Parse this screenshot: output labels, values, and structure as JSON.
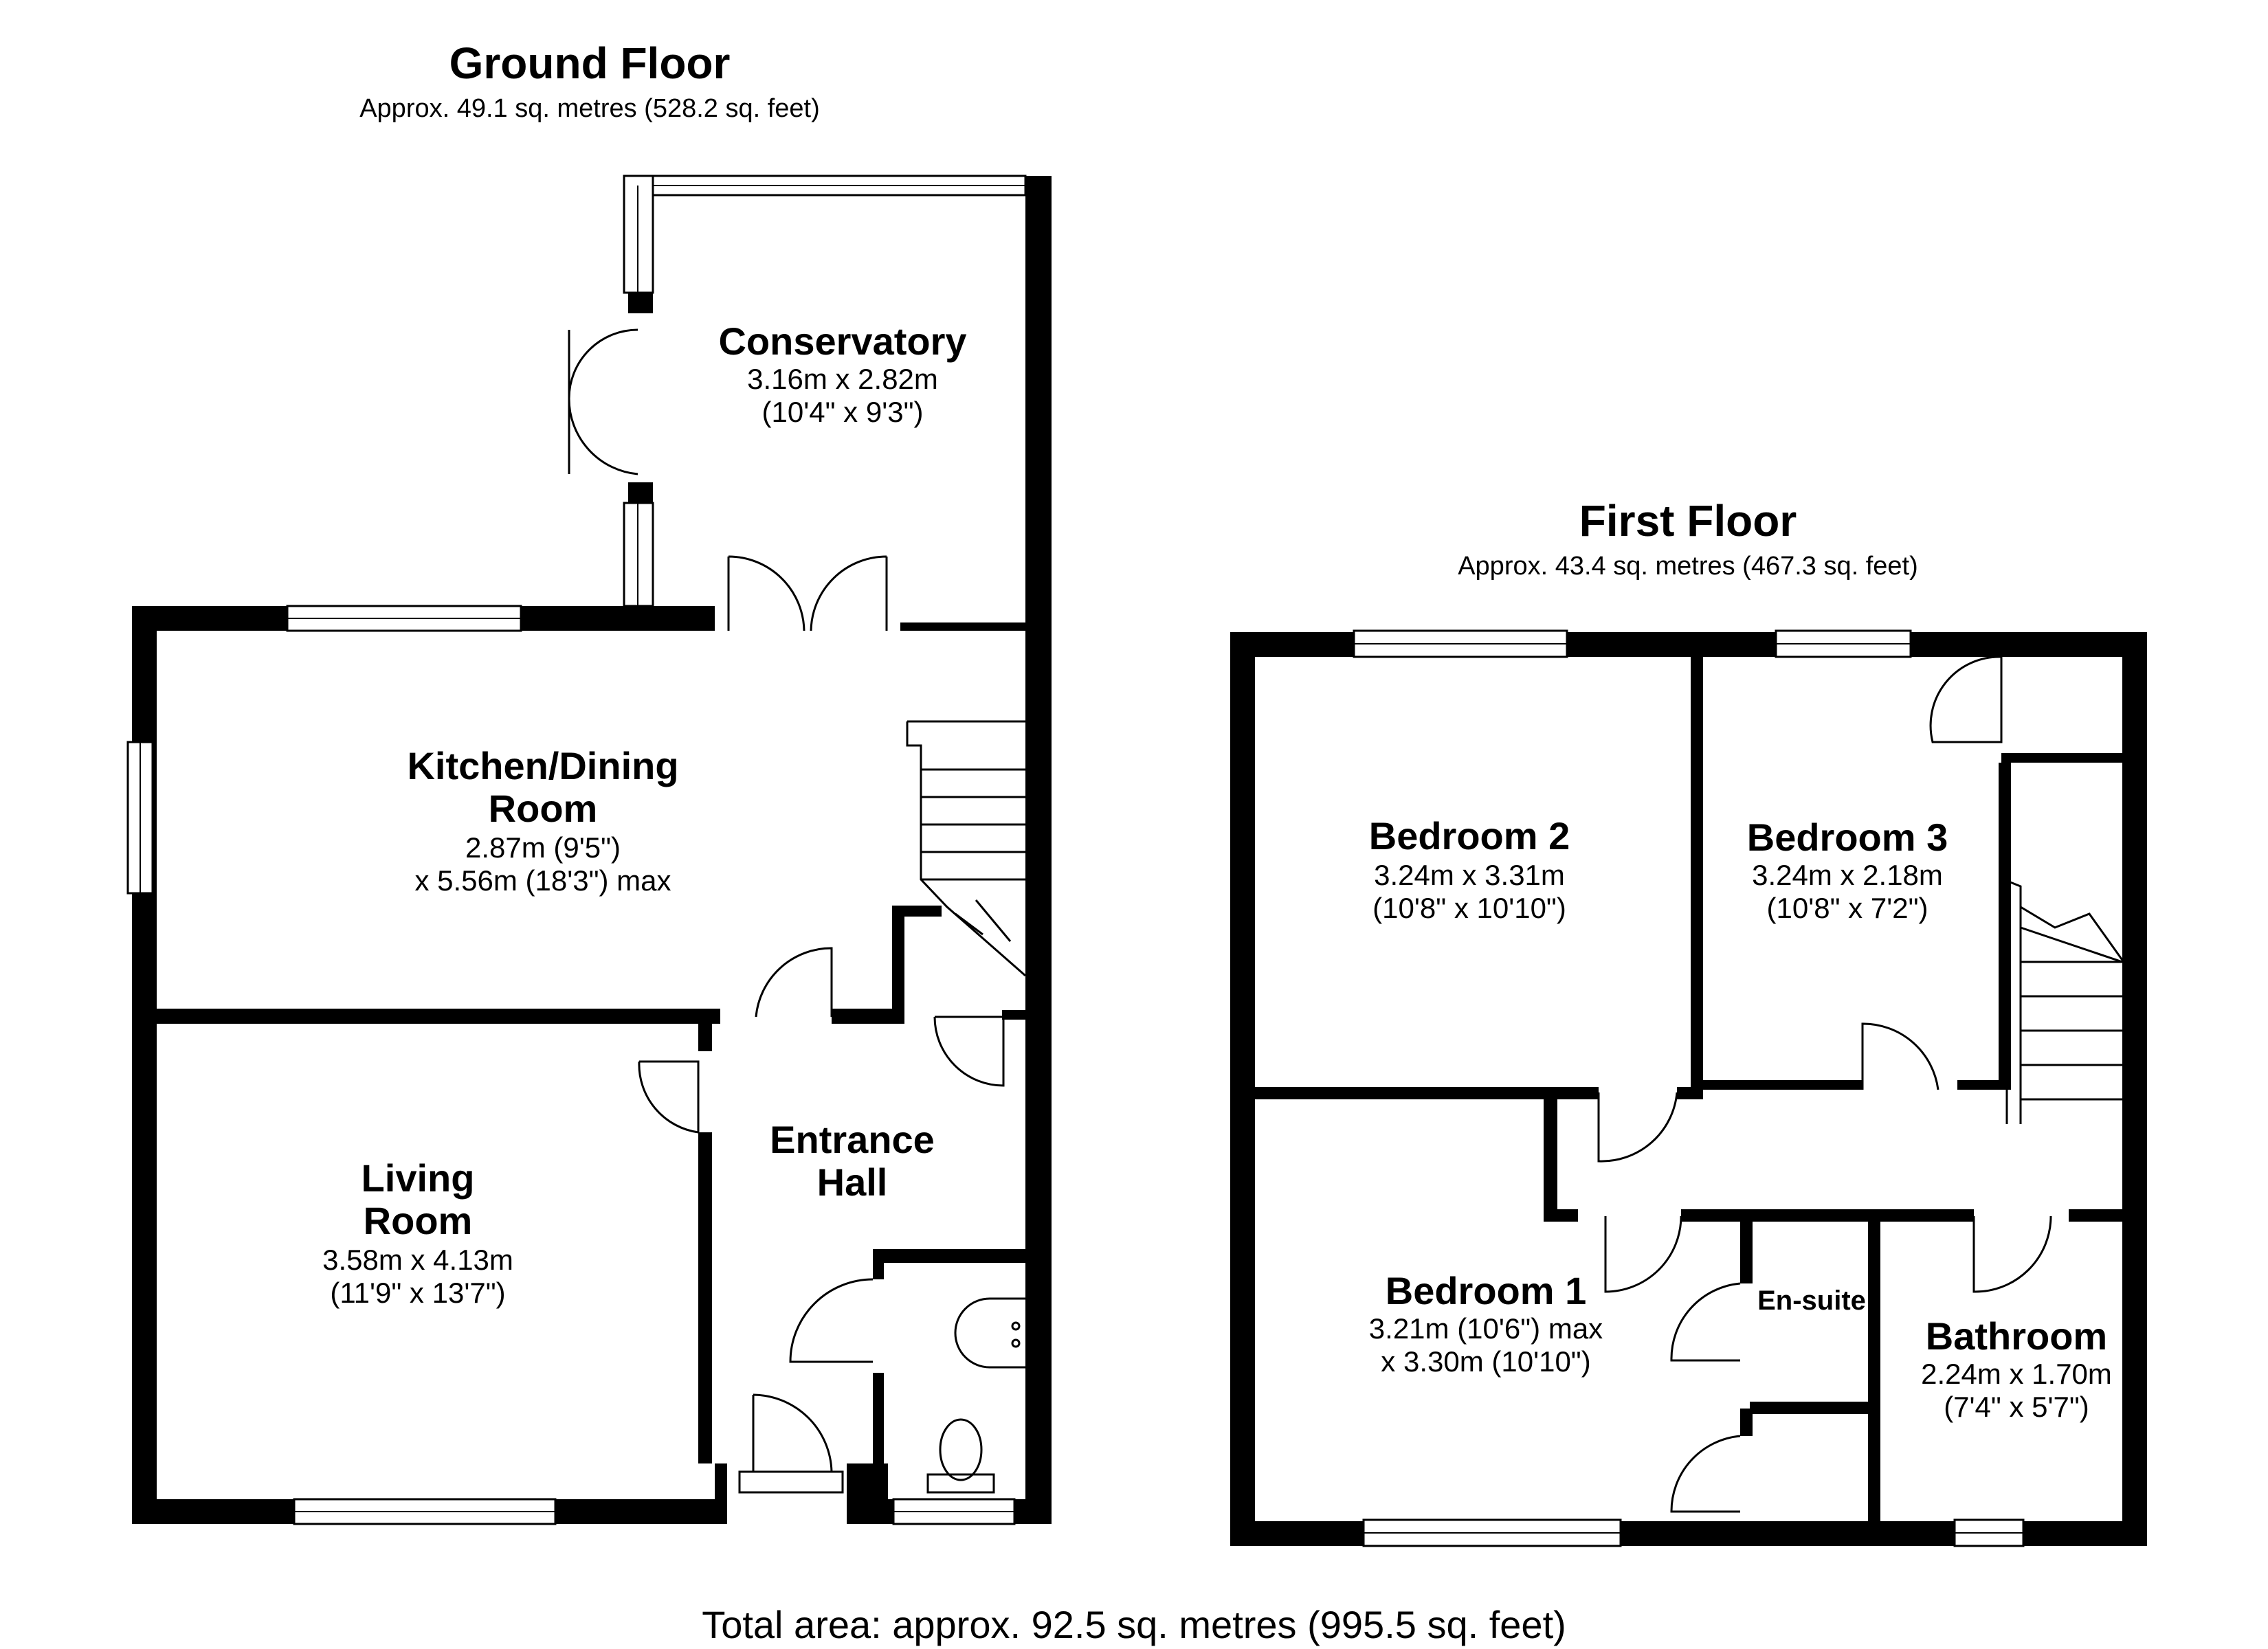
{
  "ground_floor": {
    "title": "Ground Floor",
    "area": "Approx. 49.1 sq. metres (528.2 sq. feet)",
    "rooms": {
      "conservatory": {
        "name": "Conservatory",
        "dim1": "3.16m x 2.82m",
        "dim2": "(10'4\" x 9'3\")"
      },
      "kitchen": {
        "name1": "Kitchen/Dining",
        "name2": "Room",
        "dim1": "2.87m (9'5\")",
        "dim2": "x 5.56m (18'3\") max"
      },
      "living": {
        "name1": "Living",
        "name2": "Room",
        "dim1": "3.58m x 4.13m",
        "dim2": "(11'9\" x 13'7\")"
      },
      "hall": {
        "name1": "Entrance",
        "name2": "Hall"
      }
    }
  },
  "first_floor": {
    "title": "First Floor",
    "area": "Approx. 43.4 sq. metres (467.3 sq. feet)",
    "rooms": {
      "bedroom2": {
        "name": "Bedroom 2",
        "dim1": "3.24m x 3.31m",
        "dim2": "(10'8\" x 10'10\")"
      },
      "bedroom3": {
        "name": "Bedroom 3",
        "dim1": "3.24m x 2.18m",
        "dim2": "(10'8\" x 7'2\")"
      },
      "bedroom1": {
        "name": "Bedroom 1",
        "dim1": "3.21m (10'6\") max",
        "dim2": "x 3.30m (10'10\")"
      },
      "ensuite": {
        "name": "En-suite"
      },
      "bathroom": {
        "name": "Bathroom",
        "dim1": "2.24m x 1.70m",
        "dim2": "(7'4\" x 5'7\")"
      }
    }
  },
  "total": "Total area: approx. 92.5 sq. metres (995.5 sq. feet)"
}
